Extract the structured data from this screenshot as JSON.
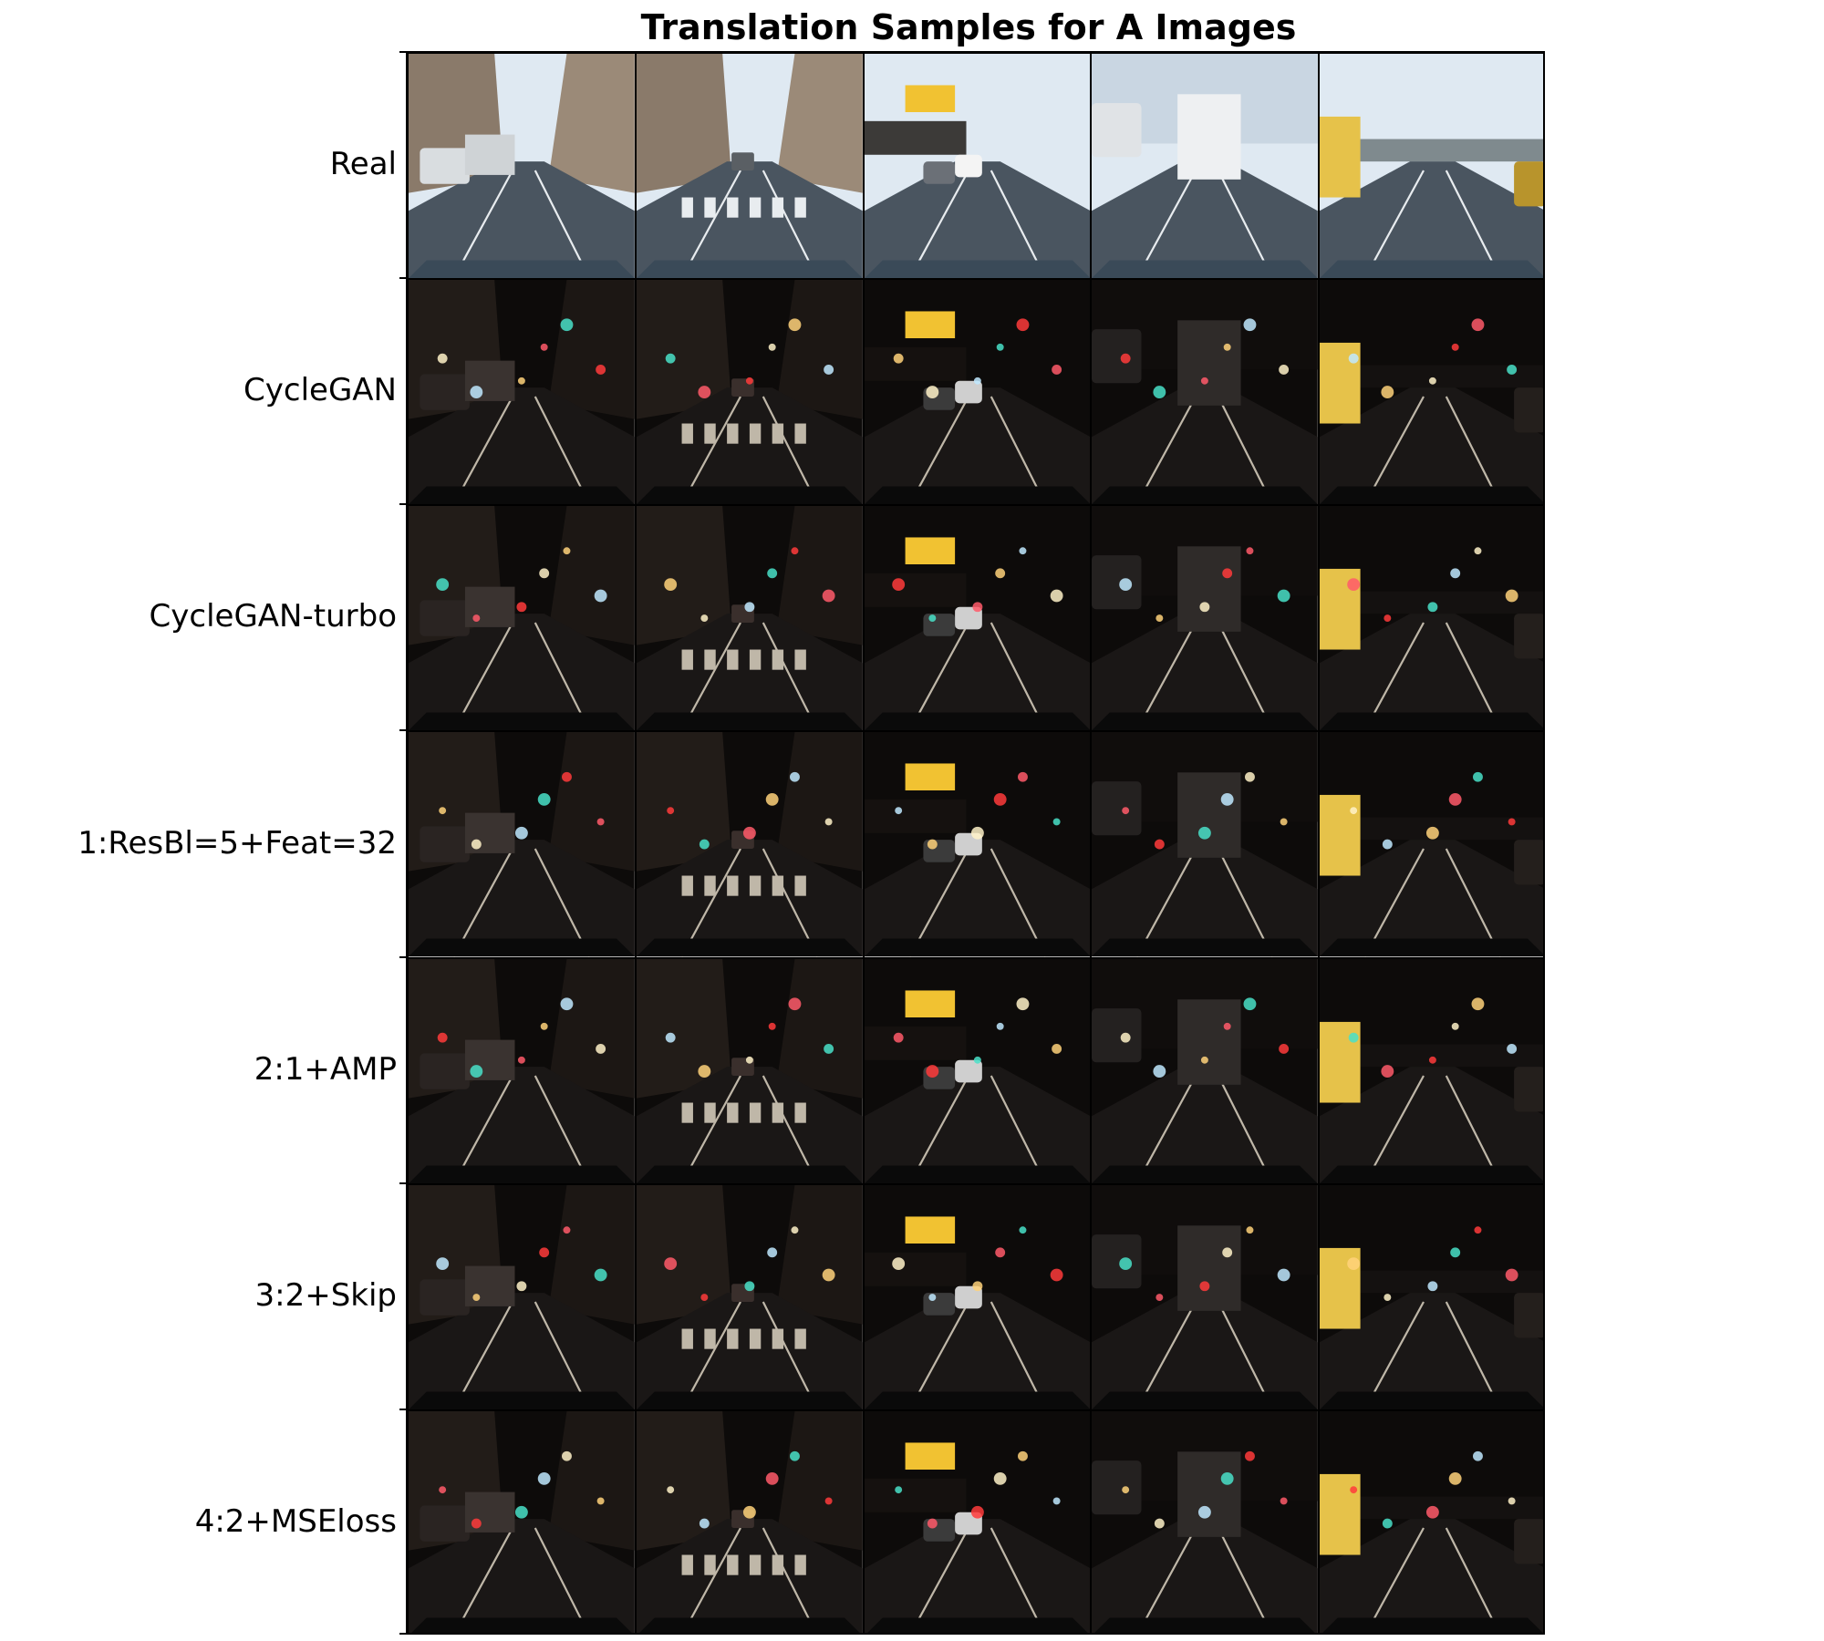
{
  "title": "Translation Samples for A Images",
  "rows": [
    {
      "label": "Real",
      "night": false
    },
    {
      "label": "CycleGAN",
      "night": true
    },
    {
      "label": "CycleGAN-turbo",
      "night": true
    },
    {
      "label": "1:ResBl=5+Feat=32",
      "night": true
    },
    {
      "label": "2:1+AMP",
      "night": true
    },
    {
      "label": "3:2+Skip",
      "night": true
    },
    {
      "label": "4:2+MSEloss",
      "night": true
    }
  ],
  "columns": [
    {
      "scene": "city-street-with-parking-sign"
    },
    {
      "scene": "crosswalk-between-buildings"
    },
    {
      "scene": "highway-with-yellow-sign"
    },
    {
      "scene": "truck-ahead-on-road"
    },
    {
      "scene": "school-bus-at-intersection"
    }
  ],
  "colors": {
    "day_sky": "#dfe9f2",
    "night_sky": "#0d0b0a",
    "road_day": "#4a5560",
    "road_night": "#1a1716",
    "sign_yellow": "#f1c232",
    "bus_yellow": "#e6c24a"
  }
}
